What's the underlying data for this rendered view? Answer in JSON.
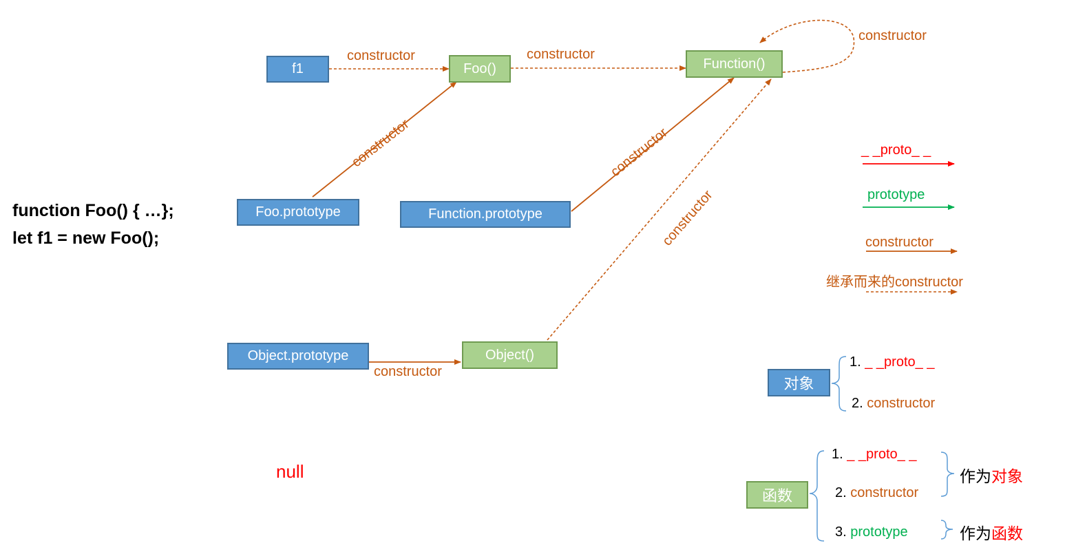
{
  "code": {
    "line1": "function Foo() { …};",
    "line2": "let f1 = new Foo();"
  },
  "nodes": {
    "f1": "f1",
    "foo": "Foo()",
    "function": "Function()",
    "foo_prototype": "Foo.prototype",
    "function_prototype": "Function.prototype",
    "object_prototype": "Object.prototype",
    "object": "Object()",
    "null": "null"
  },
  "edge_label": "constructor",
  "legend": {
    "proto": "_ _proto_ _",
    "prototype": "prototype",
    "constructor": "constructor",
    "inherited_prefix": "继承而来的",
    "inherited_suffix": "constructor"
  },
  "object_box": {
    "label": "对象",
    "item1_num": "1.",
    "item1": "_ _proto_ _",
    "item2_num": "2.",
    "item2": "constructor"
  },
  "function_box": {
    "label": "函数",
    "item1_num": "1.",
    "item1": "_ _proto_ _",
    "item2_num": "2.",
    "item2": "constructor",
    "item3_num": "3.",
    "item3": "prototype",
    "as_prefix": "作为",
    "as_object": "对象",
    "as_function": "函数"
  },
  "colors": {
    "proto": "#ff0000",
    "prototype": "#00b050",
    "constructor": "#c55a11",
    "node_blue": "#5b9bd5",
    "node_green": "#a9d18e"
  }
}
